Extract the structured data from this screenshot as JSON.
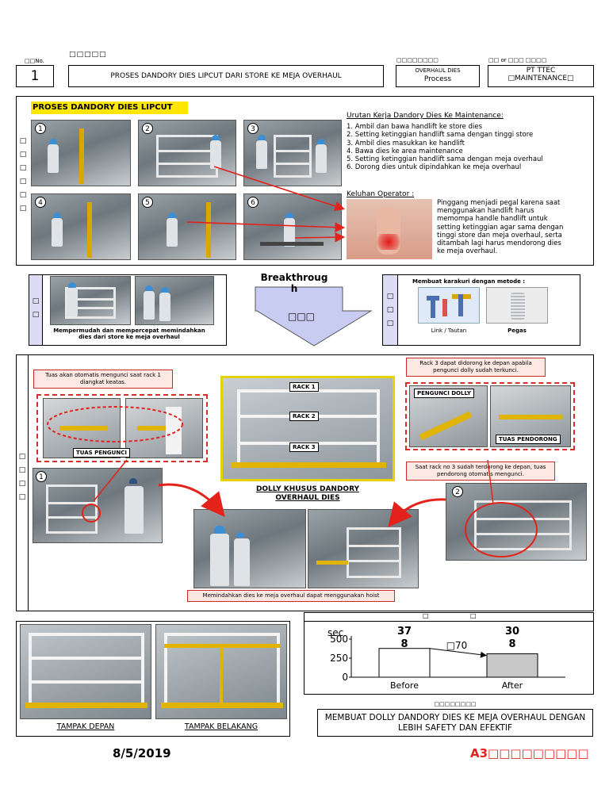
{
  "header": {
    "no_label": "□□No.",
    "no_value": "1",
    "theme_heading": "□□□□□",
    "title": "PROSES DANDORY DIES LIPCUT DARI STORE KE MEJA OVERHAUL",
    "process_heading": "□□□□□□□□",
    "process_line1": "OVERHAUL DIES",
    "process_line2": "Process",
    "company_heading": "□□ or □□□ □□□□",
    "company_line1": "PT TTEC",
    "company_line2": "□MAINTENANCE□"
  },
  "before": {
    "side_label": [
      "□",
      "□",
      "□",
      "□",
      "□",
      "□"
    ],
    "banner": "PROSES DANDORY DIES LIPCUT",
    "photo_numbers": [
      "1",
      "2",
      "3",
      "4",
      "5",
      "6"
    ],
    "steps_title": "Urutan Kerja Dandory Dies Ke Maintenance:",
    "steps": [
      "1. Ambil dan bawa handlift ke store dies",
      "2. Setting ketinggian handlift sama dengan tinggi store",
      "3. Ambil dies masukkan ke handlift",
      "4. Bawa dies ke area maintenance",
      "5. Setting ketinggian handlift sama dengan meja overhaul",
      "6. Dorong dies untuk dipindahkan ke meja overhaul"
    ],
    "complaint_title": "Keluhan Operator :",
    "complaint_text": "Pinggang menjadi pegal karena saat menggunakan handlift harus memompa handle handlift untuk setting ketinggian agar sama dengan tinggi store dan meja overhaul, serta ditambah lagi harus mendorong dies ke meja overhaul."
  },
  "target": {
    "side_label": [
      "□",
      "□"
    ],
    "caption": "Mempermudah dan mempercepat memindahkan dies dari store ke meja overhaul",
    "breakthrough": "Breakthroug h",
    "breakthrough_sub": "□□□",
    "method_side": [
      "□",
      "□",
      "□"
    ],
    "method_title": "Membuat karakuri dengan metode :",
    "link_label": "Link / Tautan",
    "spring_label": "Pegas"
  },
  "after": {
    "side_label": [
      "□",
      "□",
      "□",
      "□"
    ],
    "note_tuas": "Tuas akan otomatis mengunci saat rack 1 diangkat keatas.",
    "label_tuas_pengunci": "TUAS PENGUNCI",
    "rack_labels": [
      "RACK 1",
      "RACK 2",
      "RACK 3"
    ],
    "dolly_caption": "DOLLY KHUSUS DANDORY OVERHAUL DIES",
    "note_rack3": "Rack 3 dapat didorong ke depan apabila pengunci dolly sudah terkunci.",
    "label_pengunci_dolly": "PENGUNCI DOLLY",
    "label_tuas_pendorong": "TUAS PENDORONG",
    "note_pendorong": "Saat rack no 3 sudah terdorong ke depan, tuas pendorong otomatis mengunci.",
    "photo_numbers": [
      "1",
      "2"
    ],
    "note_hoist": "Memindahkan dies  ke meja overhaul dapat menggunakan hoist"
  },
  "result": {
    "header_chars": [
      "□",
      "□"
    ],
    "unit": "sec",
    "axis_ticks": [
      "500",
      "250",
      "0"
    ],
    "before_value": "37 8",
    "after_value": "30 8",
    "delta": "□70",
    "x_before": "Before",
    "x_after": "After",
    "chart_data": {
      "type": "bar",
      "categories": [
        "Before",
        "After"
      ],
      "values": [
        378,
        308
      ],
      "ylabel": "sec",
      "ylim": [
        0,
        500
      ]
    }
  },
  "bottom_photos": {
    "front_label": "TAMPAK DEPAN",
    "back_label": "TAMPAK BELAKANG"
  },
  "summary": {
    "heading": "□□□□□□□□",
    "text": "MEMBUAT DOLLY DANDORY DIES KE MEJA OVERHAUL DENGAN LEBIH SAFETY DAN EFEKTIF"
  },
  "footer": {
    "date": "8/5/2019",
    "paper": "A3□□□□□□□□□",
    "paper_color": "#e0231c"
  },
  "colors": {
    "banner_yellow": "#ffe600",
    "arrow_red": "#e3231b",
    "arrow_fill": "#c9ccf2",
    "method_box": "#dcdcf5"
  }
}
